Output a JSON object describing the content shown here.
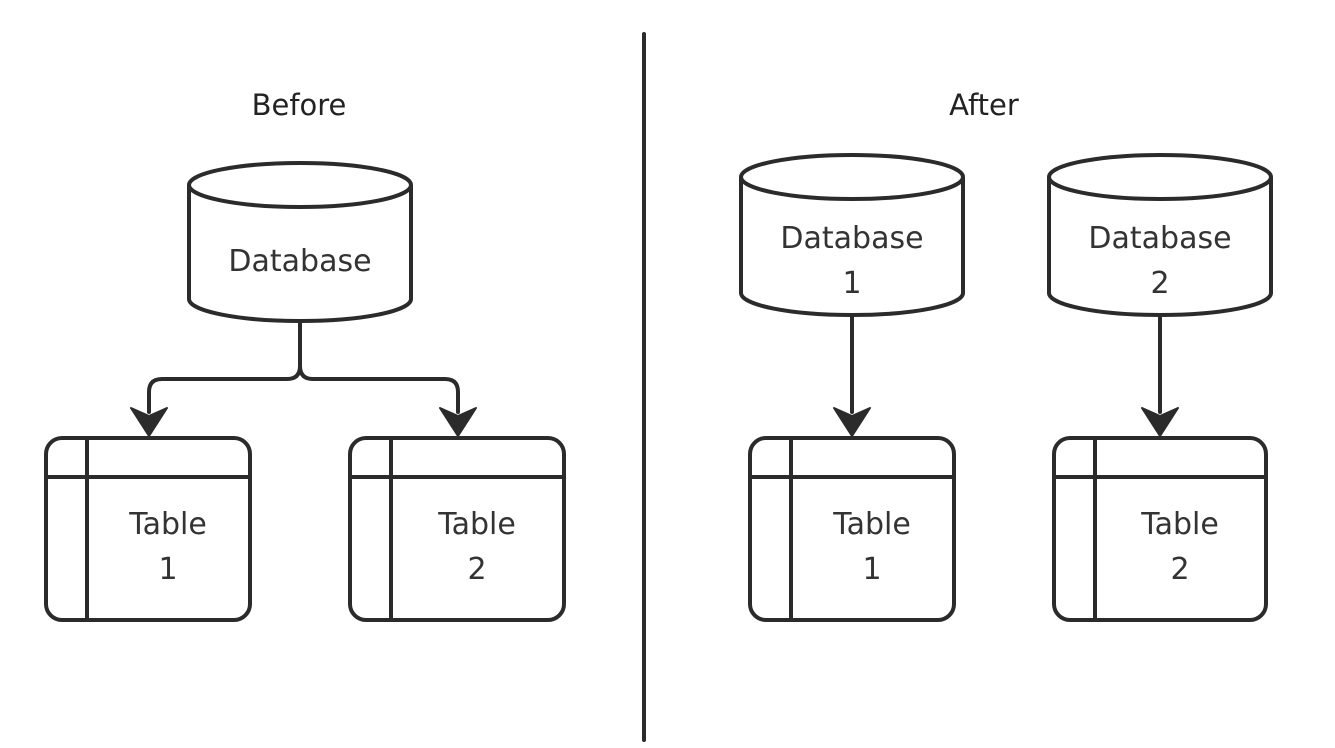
{
  "before": {
    "title": "Before",
    "database": {
      "line1": "Database"
    },
    "tables": [
      {
        "line1": "Table",
        "line2": "1"
      },
      {
        "line1": "Table",
        "line2": "2"
      }
    ]
  },
  "after": {
    "title": "After",
    "databases": [
      {
        "line1": "Database",
        "line2": "1"
      },
      {
        "line1": "Database",
        "line2": "2"
      }
    ],
    "tables": [
      {
        "line1": "Table",
        "line2": "1"
      },
      {
        "line1": "Table",
        "line2": "2"
      }
    ]
  },
  "colors": {
    "stroke": "#2b2b2b",
    "text": "#333333",
    "background": "#ffffff"
  }
}
